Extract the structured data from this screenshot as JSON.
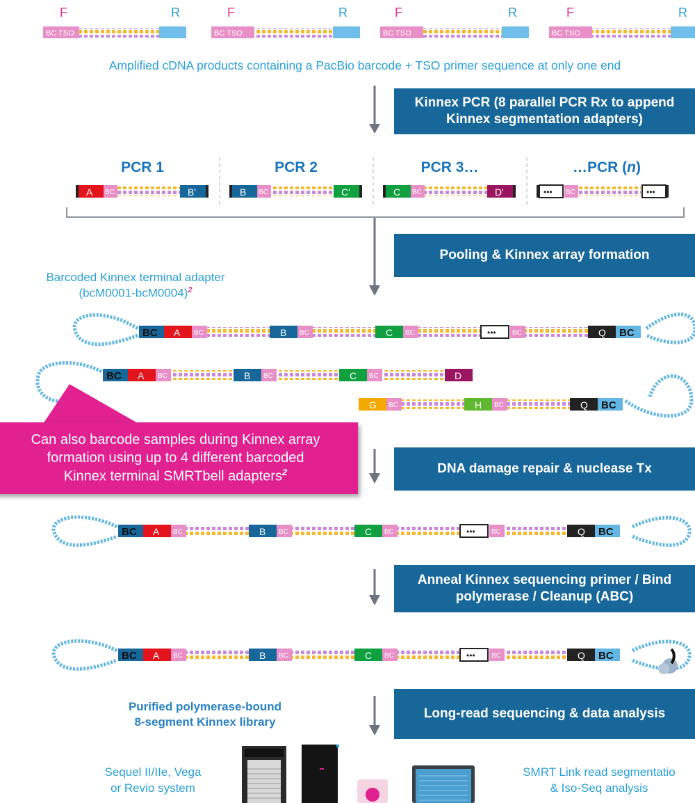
{
  "colors": {
    "step_box": "#17679a",
    "heading_blue": "#1b75bb",
    "text_blue": "#2a9fd8",
    "magenta": "#e0218f",
    "pink_bc": "#e88fc7",
    "seg_A": "#e3141c",
    "seg_B": "#17679a",
    "seg_C": "#10a040",
    "seg_D": "#9c1560",
    "seg_G": "#f5a800",
    "seg_H": "#5fb830",
    "seg_Q": "#222222"
  },
  "cdna": {
    "forward": "F",
    "reverse": "R",
    "bc_tso": "BC TSO",
    "caption": "Amplified cDNA products containing a PacBio barcode + TSO primer sequence at only one end"
  },
  "steps": {
    "kinnex_pcr": "Kinnex PCR (8 parallel PCR Rx to append Kinnex segmentation adapters)",
    "pooling": "Pooling & Kinnex array formation",
    "damage_repair": "DNA damage repair & nuclease Tx",
    "anneal": "Anneal Kinnex sequencing primer / Bind polymerase / Cleanup (ABC)",
    "sequencing": "Long-read sequencing & data analysis"
  },
  "pcr": {
    "titles": [
      "PCR 1",
      "PCR 2",
      "PCR 3…",
      "…PCR ("
    ],
    "title_italic_n": "n",
    "title_close": ")",
    "segments": {
      "a": "A",
      "b": "B",
      "c": "C",
      "d": "D",
      "b_prime": "B'",
      "c_prime": "C'",
      "d_prime": "D'",
      "g": "G",
      "h": "H",
      "q": "Q",
      "dots": "•••",
      "bc": "BC"
    }
  },
  "adapter_label": {
    "line1": "Barcoded Kinnex terminal adapter",
    "line2": "(bcM0001-bcM0004)",
    "superscript": "2"
  },
  "callout": {
    "line1": "Can also barcode samples during Kinnex array",
    "line2": "formation using up to 4 different barcoded",
    "line3": "Kinnex terminal SMRTbell adapters",
    "superscript": "2"
  },
  "library_label": {
    "line1": "Purified polymerase-bound",
    "line2": "8-segment Kinnex library"
  },
  "systems_label": {
    "line1": "Sequel II/IIe, Vega",
    "line2": "or Revio system"
  },
  "analysis_label": {
    "line1": "SMRT Link read segmentatio",
    "line2": "& Iso-Seq analysis"
  }
}
